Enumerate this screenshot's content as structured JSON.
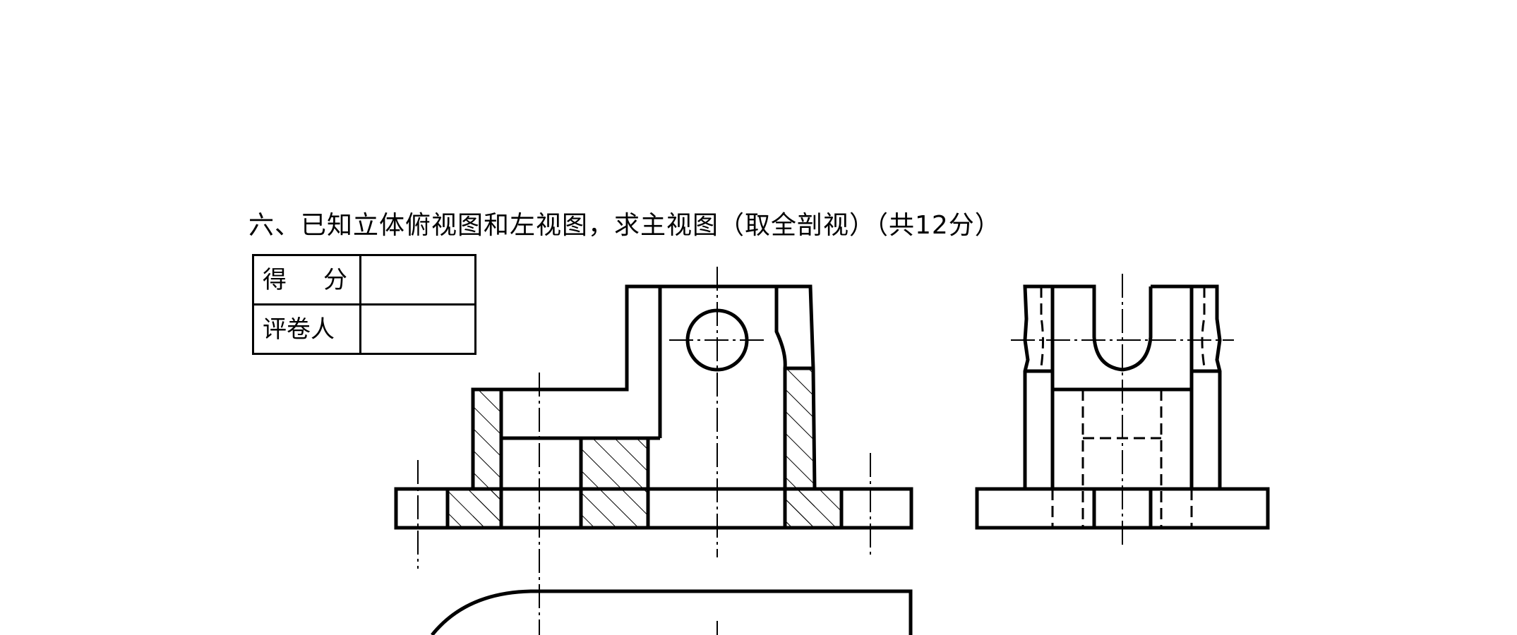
{
  "question": {
    "title": "六、已知立体俯视图和左视图，求主视图（取全剖视）（共12分）"
  },
  "score_table": {
    "score_label_a": "得",
    "score_label_b": "分",
    "grader_label": "评卷人",
    "score_value": "",
    "grader_value": ""
  }
}
